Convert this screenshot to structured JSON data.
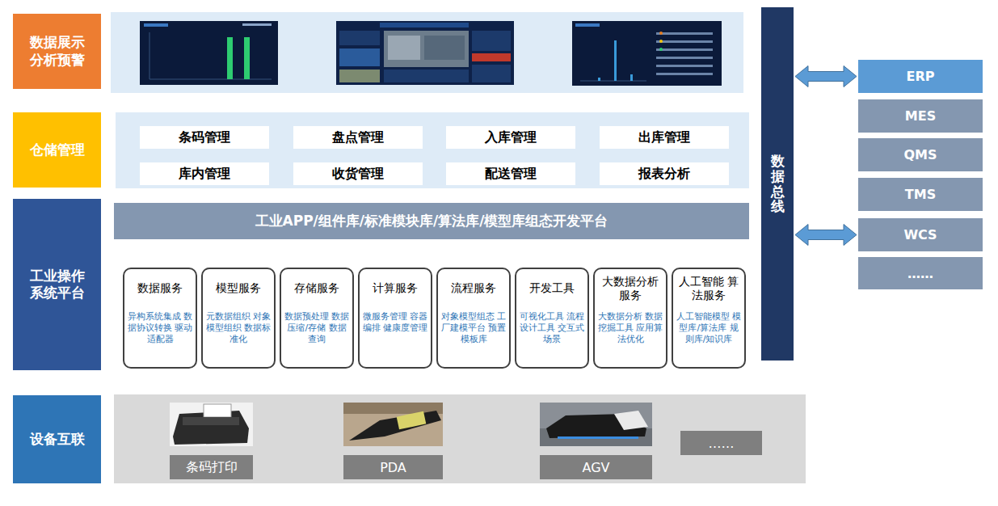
{
  "diagram": {
    "nodes": [
      {
        "text": [
          "数据展示 分析预警"
        ]
      },
      {
        "text": [
          "仓储管理"
        ]
      },
      {
        "text": [
          "条码管理"
        ]
      },
      {
        "text": [
          "盘点管理"
        ]
      },
      {
        "text": [
          "入库管理"
        ]
      },
      {
        "text": [
          "出库管理"
        ]
      },
      {
        "text": [
          "库内管理"
        ]
      },
      {
        "text": [
          "收货管理"
        ]
      },
      {
        "text": [
          "配送管理"
        ]
      },
      {
        "text": [
          "报表分析"
        ]
      },
      {
        "text": [
          "工业操作 系统平台"
        ]
      },
      {
        "text": [
          "工业APP/组件库/标准模块库/算法库/模型库组态开发平台"
        ]
      },
      {
        "text": [
          "数据服务",
          "异构系统集成 数据协议转换 驱动适配器"
        ]
      },
      {
        "text": [
          "模型服务",
          "元数据组织 对象模型组织 数据标准化"
        ]
      },
      {
        "text": [
          "存储服务",
          "数据预处理 数据压缩/存储 数据查询"
        ]
      },
      {
        "text": [
          "计算服务",
          "微服务管理 容器编排 健康度管理"
        ]
      },
      {
        "text": [
          "流程服务",
          "对象模型组态 工厂建模平台 预置模板库"
        ]
      },
      {
        "text": [
          "开发工具",
          "可视化工具 流程设计工具 交互式场景"
        ]
      },
      {
        "text": [
          "大数据分析服务",
          "大数据分析 数据挖掘工具 应用算法优化"
        ]
      },
      {
        "text": [
          "人工智能 算法服务",
          "人工智能模型 模型库/算法库 规则库/知识库"
        ]
      },
      {
        "text": [
          "设备互联"
        ]
      },
      {
        "text": [
          "条码打印"
        ]
      },
      {
        "text": [
          "PDA"
        ]
      },
      {
        "text": [
          "AGV"
        ]
      },
      {
        "text": [
          "……"
        ]
      },
      {
        "text": [
          "数据总线"
        ]
      },
      {
        "text": [
          "ERP"
        ]
      },
      {
        "text": [
          "MES"
        ]
      },
      {
        "text": [
          "QMS"
        ]
      },
      {
        "text": [
          "TMS"
        ]
      },
      {
        "text": [
          "WCS"
        ]
      },
      {
        "text": [
          "……"
        ]
      }
    ],
    "edges": [
      {
        "from": 25,
        "to": 26,
        "arrow": "both"
      },
      {
        "from": 25,
        "to": 30,
        "arrow": "both"
      }
    ]
  }
}
